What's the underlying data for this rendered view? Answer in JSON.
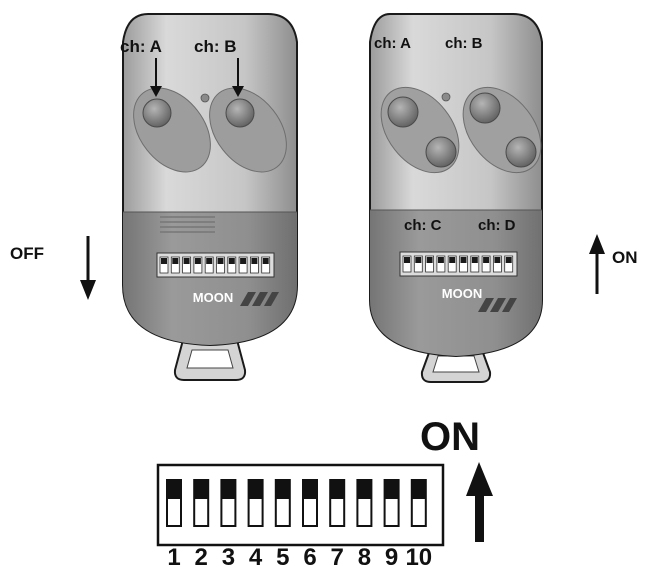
{
  "remote_left": {
    "channel_labels": [
      "ch: A",
      "ch: B"
    ],
    "brand": "MOON",
    "direction_label": "OFF"
  },
  "remote_right": {
    "channel_labels_top": [
      "ch: A",
      "ch: B"
    ],
    "channel_labels_bottom": [
      "ch: C",
      "ch: D"
    ],
    "brand": "MOON",
    "direction_label": "ON"
  },
  "dip_switch": {
    "on_label": "ON",
    "switch_numbers": [
      "1",
      "2",
      "3",
      "4",
      "5",
      "6",
      "7",
      "8",
      "9",
      "10"
    ]
  },
  "colors": {
    "body_upper": "#cfcfcf",
    "body_lower": "#8f8f8f",
    "button": "#8a8a8a",
    "outline": "#1a1a1a"
  }
}
